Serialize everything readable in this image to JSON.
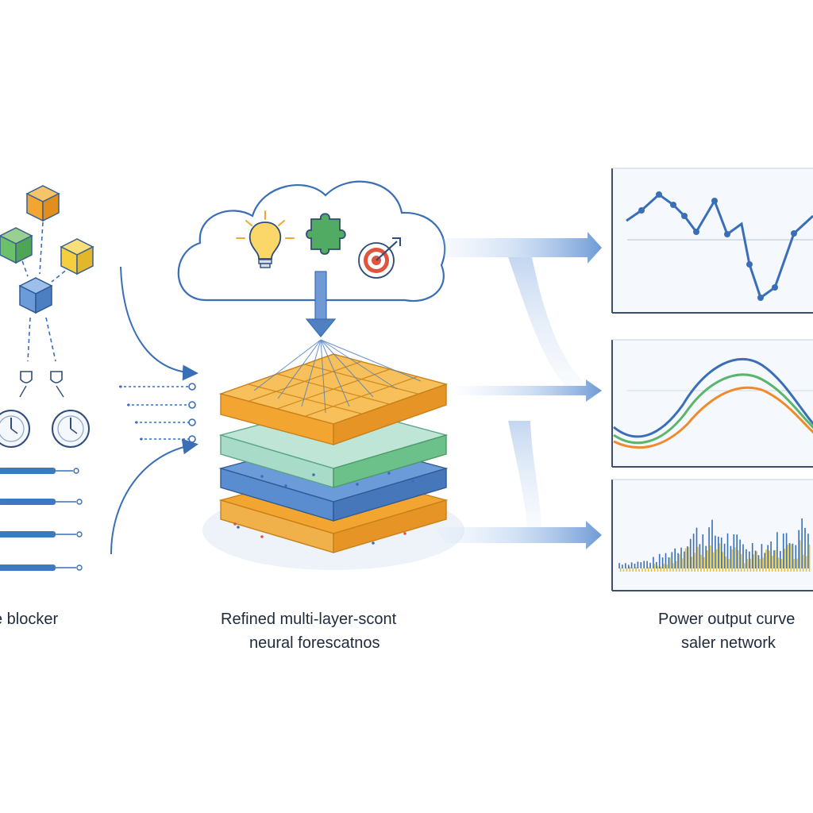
{
  "captions": {
    "left": "e blocker",
    "middle_line1": "Refined multi-layer-scont",
    "middle_line2": "neural forescatnos",
    "right_line1": "Power output curve",
    "right_line2": "saler network"
  },
  "icons": {
    "cloud": "lightbulb-puzzle-target",
    "inputs": [
      "cube-orange",
      "cube-green",
      "cube-yellow",
      "cube-blue",
      "gauge-icon",
      "gauge-icon"
    ]
  },
  "colors": {
    "line": "#3a6fb8",
    "orange": "#f3a531",
    "green": "#5bb56a",
    "yellow": "#f2c43c",
    "blue": "#4f86c6",
    "teal": "#a9dcc8",
    "red": "#e0533d",
    "arrow": "#6f9ad3"
  }
}
